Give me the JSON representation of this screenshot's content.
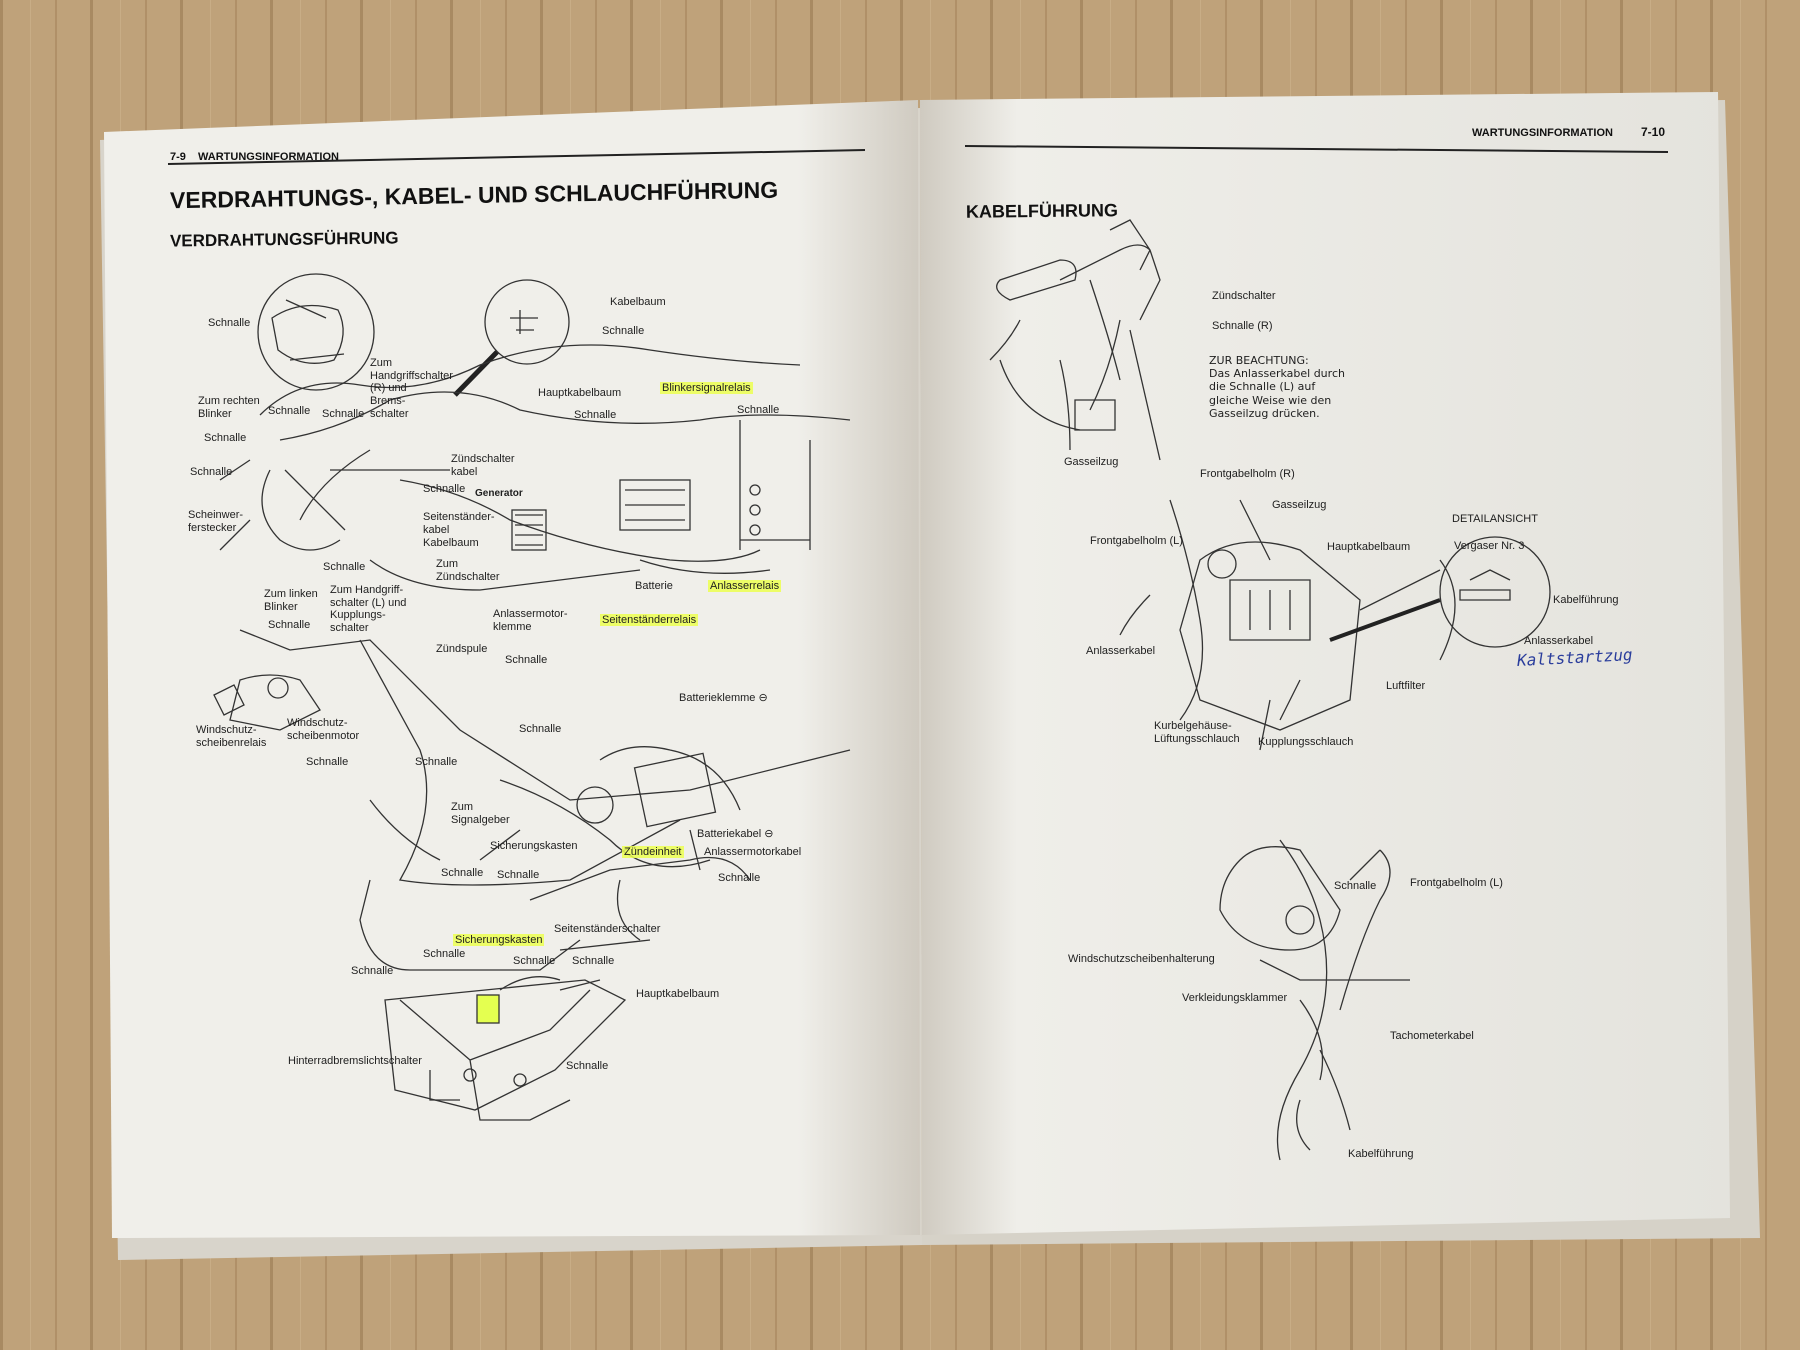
{
  "left_page": {
    "page_number": "7-9",
    "running_header": "WARTUNGSINFORMATION",
    "title": "VERDRAHTUNGS-, KABEL- UND SCHLAUCHFÜHRUNG",
    "subtitle": "VERDRAHTUNGSFÜHRUNG",
    "labels": [
      {
        "text": "Schnalle"
      },
      {
        "text": "Kabelbaum"
      },
      {
        "text": "Schnalle"
      },
      {
        "text": "Zum\nHandgriffschalter\n(R) und\nBrems-\nschalter"
      },
      {
        "text": "Hauptkabelbaum"
      },
      {
        "text": "Blinkersignalrelais",
        "highlight": true
      },
      {
        "text": "Zum rechten\nBlinker"
      },
      {
        "text": "Schnalle"
      },
      {
        "text": "Schnalle"
      },
      {
        "text": "Schnalle"
      },
      {
        "text": "Schnalle"
      },
      {
        "text": "Schnalle"
      },
      {
        "text": "Zündschalter\nkabel"
      },
      {
        "text": "Schnalle"
      },
      {
        "text": "Schnalle"
      },
      {
        "text": "Generator"
      },
      {
        "text": "Scheinwer-\nferstecker"
      },
      {
        "text": "Seitenständer-\nkabel"
      },
      {
        "text": "Kabelbaum"
      },
      {
        "text": "Schnalle"
      },
      {
        "text": "Zum\nZündschalter"
      },
      {
        "text": "Batterie"
      },
      {
        "text": "Anlasserrelais",
        "highlight": true
      },
      {
        "text": "Zum linken\nBlinker"
      },
      {
        "text": "Zum Handgriff-\nschalter (L) und\nKupplungs-\nschalter"
      },
      {
        "text": "Anlassermotor-\nklemme"
      },
      {
        "text": "Seitenständerrelais",
        "highlight": true
      },
      {
        "text": "Schnalle"
      },
      {
        "text": "Zündspule"
      },
      {
        "text": "Schnalle"
      },
      {
        "text": "Batterieklemme ⊖"
      },
      {
        "text": "Windschutz-\nscheibenmotor"
      },
      {
        "text": "Windschutz-\nscheibenrelais"
      },
      {
        "text": "Schnalle"
      },
      {
        "text": "Schnalle"
      },
      {
        "text": "Schnalle"
      },
      {
        "text": "Zum\nSignalgeber"
      },
      {
        "text": "Sicherungskasten"
      },
      {
        "text": "Batteriekabel ⊖"
      },
      {
        "text": "Anlassermotorkabel"
      },
      {
        "text": "Zündeinheit",
        "highlight": true
      },
      {
        "text": "Schnalle"
      },
      {
        "text": "Schnalle"
      },
      {
        "text": "Schnalle"
      },
      {
        "text": "Seitenständerschalter"
      },
      {
        "text": "Sicherungskasten",
        "highlight": true
      },
      {
        "text": "Schnalle"
      },
      {
        "text": "Schnalle"
      },
      {
        "text": "Schnalle"
      },
      {
        "text": "Schnalle"
      },
      {
        "text": "Hauptkabelbaum"
      },
      {
        "text": "Hinterradbremslichtschalter"
      },
      {
        "text": "Schnalle"
      }
    ]
  },
  "right_page": {
    "running_header": "WARTUNGSINFORMATION",
    "page_number": "7-10",
    "title": "KABELFÜHRUNG",
    "note": "ZUR BEACHTUNG:\nDas Anlasserkabel durch\ndie Schnalle (L) auf\ngleiche Weise wie den\nGasseilzug drücken.",
    "handwritten": "Kaltstartzug",
    "labels": [
      {
        "text": "Zündschalter"
      },
      {
        "text": "Schnalle (R)"
      },
      {
        "text": "Gasseilzug"
      },
      {
        "text": "Frontgabelholm (R)"
      },
      {
        "text": "Gasseilzug"
      },
      {
        "text": "DETAILANSICHT"
      },
      {
        "text": "Vergaser Nr. 3"
      },
      {
        "text": "Frontgabelholm (L)"
      },
      {
        "text": "Hauptkabelbaum"
      },
      {
        "text": "Kabelführung"
      },
      {
        "text": "Anlasserkabel"
      },
      {
        "text": "Anlasserkabel"
      },
      {
        "text": "Luftfilter"
      },
      {
        "text": "Kurbelgehäuse-\nLüftungsschlauch"
      },
      {
        "text": "Kupplungsschlauch"
      },
      {
        "text": "Schnalle"
      },
      {
        "text": "Frontgabelholm (L)"
      },
      {
        "text": "Windschutzscheibenhalterung"
      },
      {
        "text": "Verkleidungsklammer"
      },
      {
        "text": "Tachometerkabel"
      },
      {
        "text": "Kabelführung"
      }
    ]
  },
  "colors": {
    "table": "#b89b73",
    "paper": "#ecebe6",
    "ink": "#1e1e1e",
    "highlight": "#ecff50",
    "pen": "#2a3d9c"
  }
}
